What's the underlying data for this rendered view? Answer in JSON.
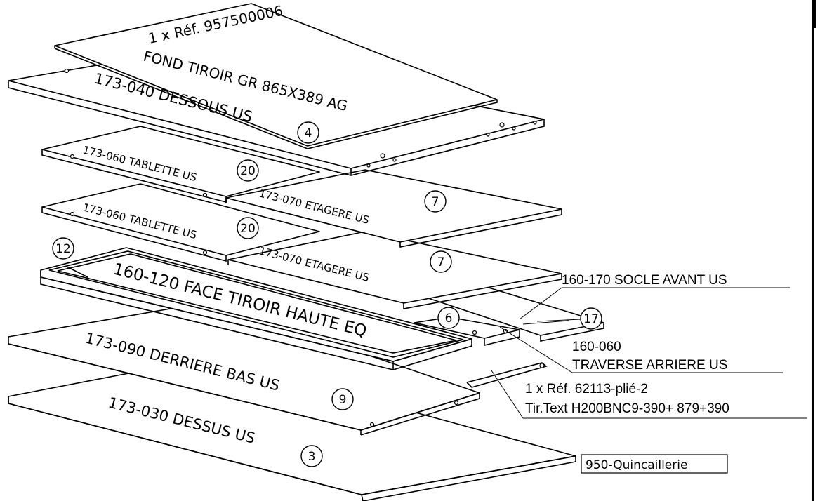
{
  "parts": {
    "fond_ref": "1 x Réf. 957500006",
    "fond_name": "FOND TIROIR GR 865X389 AG",
    "dessous": "173-040 DESSOUS US",
    "dessous_num": "4",
    "tablette_1": "173-060 TABLETTE US",
    "tablette_1_num": "20",
    "etagere_1": "173-070 ETAGERE US",
    "etagere_1_num": "7",
    "tablette_2": "173-060 TABLETTE US",
    "tablette_2_num": "20",
    "etagere_2": "173-070 ETAGERE US",
    "etagere_2_num": "7",
    "face_num": "12",
    "face": "160-120 FACE TIROIR HAUTE EQ",
    "socle": "160-170 SOCLE AVANT US",
    "socle_num": "17",
    "traverse_num": "6",
    "traverse_code": "160-060",
    "traverse_name": "TRAVERSE ARRIERE US",
    "derriere": "173-090 DERRIERE BAS US",
    "derriere_num": "9",
    "tir_ref": "1 x Réf. 62113-plié-2",
    "tir_text": "Tir.Text H200BNC9-390+ 879+390",
    "dessus": "173-030 DESSUS US",
    "dessus_num": "3",
    "quincaillerie": "950-Quincaillerie"
  }
}
